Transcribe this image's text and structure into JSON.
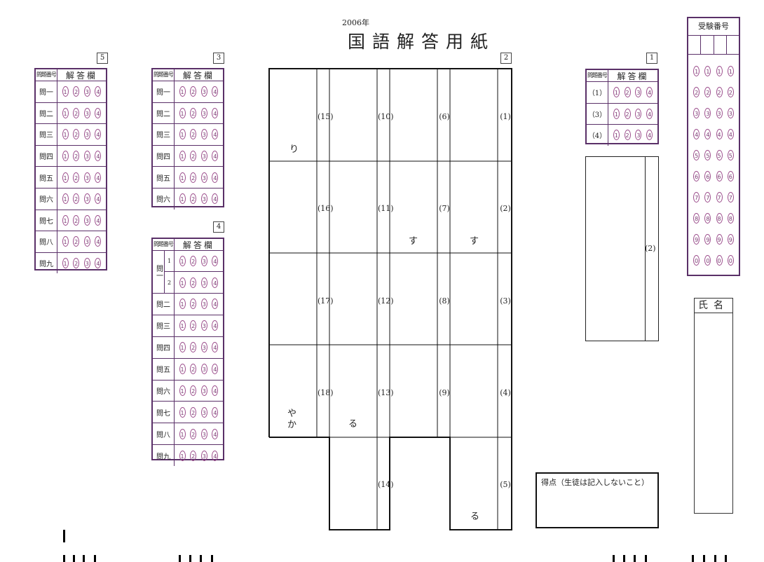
{
  "header": {
    "year": "2006年",
    "title": "国語解答用紙"
  },
  "table_header": {
    "question_no": "問題番号",
    "answer_col": "解答欄"
  },
  "options": [
    "1",
    "2",
    "3",
    "4"
  ],
  "section5": {
    "number": "5",
    "rows": [
      "問一",
      "問二",
      "問三",
      "問四",
      "問五",
      "問六",
      "問七",
      "問八",
      "問九"
    ]
  },
  "section3": {
    "number": "3",
    "rows": [
      "問一",
      "問二",
      "問三",
      "問四",
      "問五",
      "問六"
    ]
  },
  "section4": {
    "number": "4",
    "q1_group": "問一",
    "q1_sub": [
      "1",
      "2"
    ],
    "rows": [
      "問二",
      "問三",
      "問四",
      "問五",
      "問六",
      "問七",
      "問八",
      "問九"
    ]
  },
  "section2": {
    "number": "2",
    "labels": [
      "(1)",
      "(2)",
      "(3)",
      "(4)",
      "(5)",
      "(6)",
      "(7)",
      "(8)",
      "(9)",
      "(10)",
      "(11)",
      "(12)",
      "(13)",
      "(14)",
      "(15)",
      "(16)",
      "(17)",
      "(18)"
    ],
    "kana": {
      "r": "り",
      "su1": "す",
      "su2": "す",
      "ru1": "る",
      "ru2": "る",
      "ya": "や",
      "ka": "か"
    }
  },
  "section1": {
    "number": "1",
    "rows": [
      "（1）",
      "（3）",
      "（4）"
    ],
    "item2_label": "(2)"
  },
  "exam_number": {
    "label": "受験番号",
    "digits": [
      "1",
      "2",
      "3",
      "4",
      "5",
      "6",
      "7",
      "8",
      "9",
      "0"
    ]
  },
  "name_box": {
    "label": "氏名"
  },
  "score_box": {
    "label": "得点（生徒は記入しないこと）"
  }
}
